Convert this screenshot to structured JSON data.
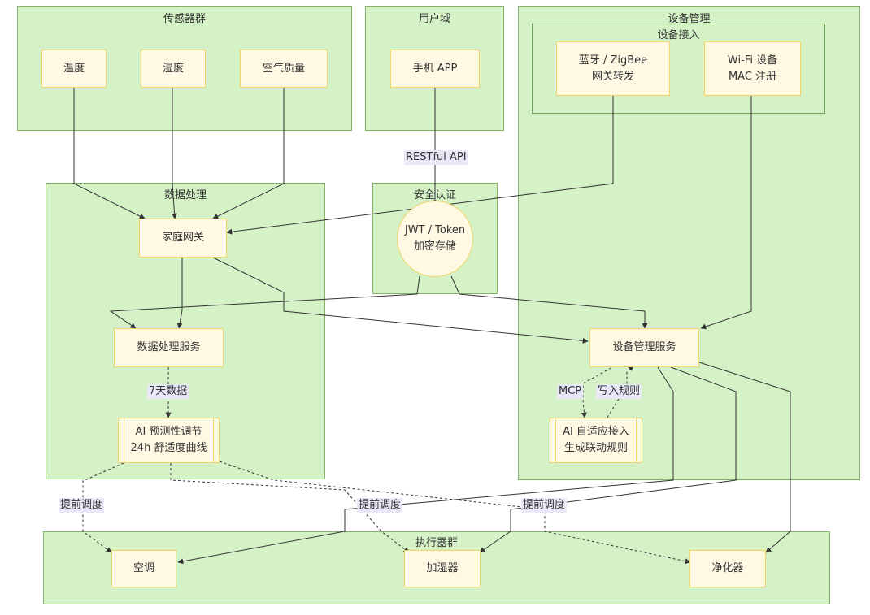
{
  "groups": {
    "sensors": "传感器群",
    "user_domain": "用户域",
    "device_mgmt": "设备管理",
    "device_access": "设备接入",
    "data_processing": "数据处理",
    "security": "安全认证",
    "actuators": "执行器群"
  },
  "nodes": {
    "temperature": "温度",
    "humidity": "湿度",
    "air_quality": "空气质量",
    "phone_app": "手机 APP",
    "bt_zigbee": [
      "蓝牙 / ZigBee",
      "网关转发"
    ],
    "wifi": [
      "Wi-Fi 设备",
      "MAC 注册"
    ],
    "home_gateway": "家庭网关",
    "jwt": [
      "JWT / Token",
      "加密存储"
    ],
    "data_service": "数据处理服务",
    "device_service": "设备管理服务",
    "ai_predict": [
      "AI 预测性调节",
      "24h 舒适度曲线"
    ],
    "ai_adaptive": [
      "AI 自适应接入",
      "生成联动规则"
    ],
    "ac": "空调",
    "humidifier": "加湿器",
    "purifier": "净化器"
  },
  "edge_labels": {
    "restful": "RESTful API",
    "seven_days": "7天数据",
    "mcp": "MCP",
    "write_rules": "写入规则",
    "advance_1": "提前调度",
    "advance_2": "提前调度",
    "advance_3": "提前调度"
  },
  "colors": {
    "group_fill": "#d5f2c7",
    "group_border": "#82b366",
    "node_fill": "#fff8e3",
    "node_border": "#f0d36a",
    "edge": "#333333",
    "label_bg": "#e8e8f8"
  }
}
